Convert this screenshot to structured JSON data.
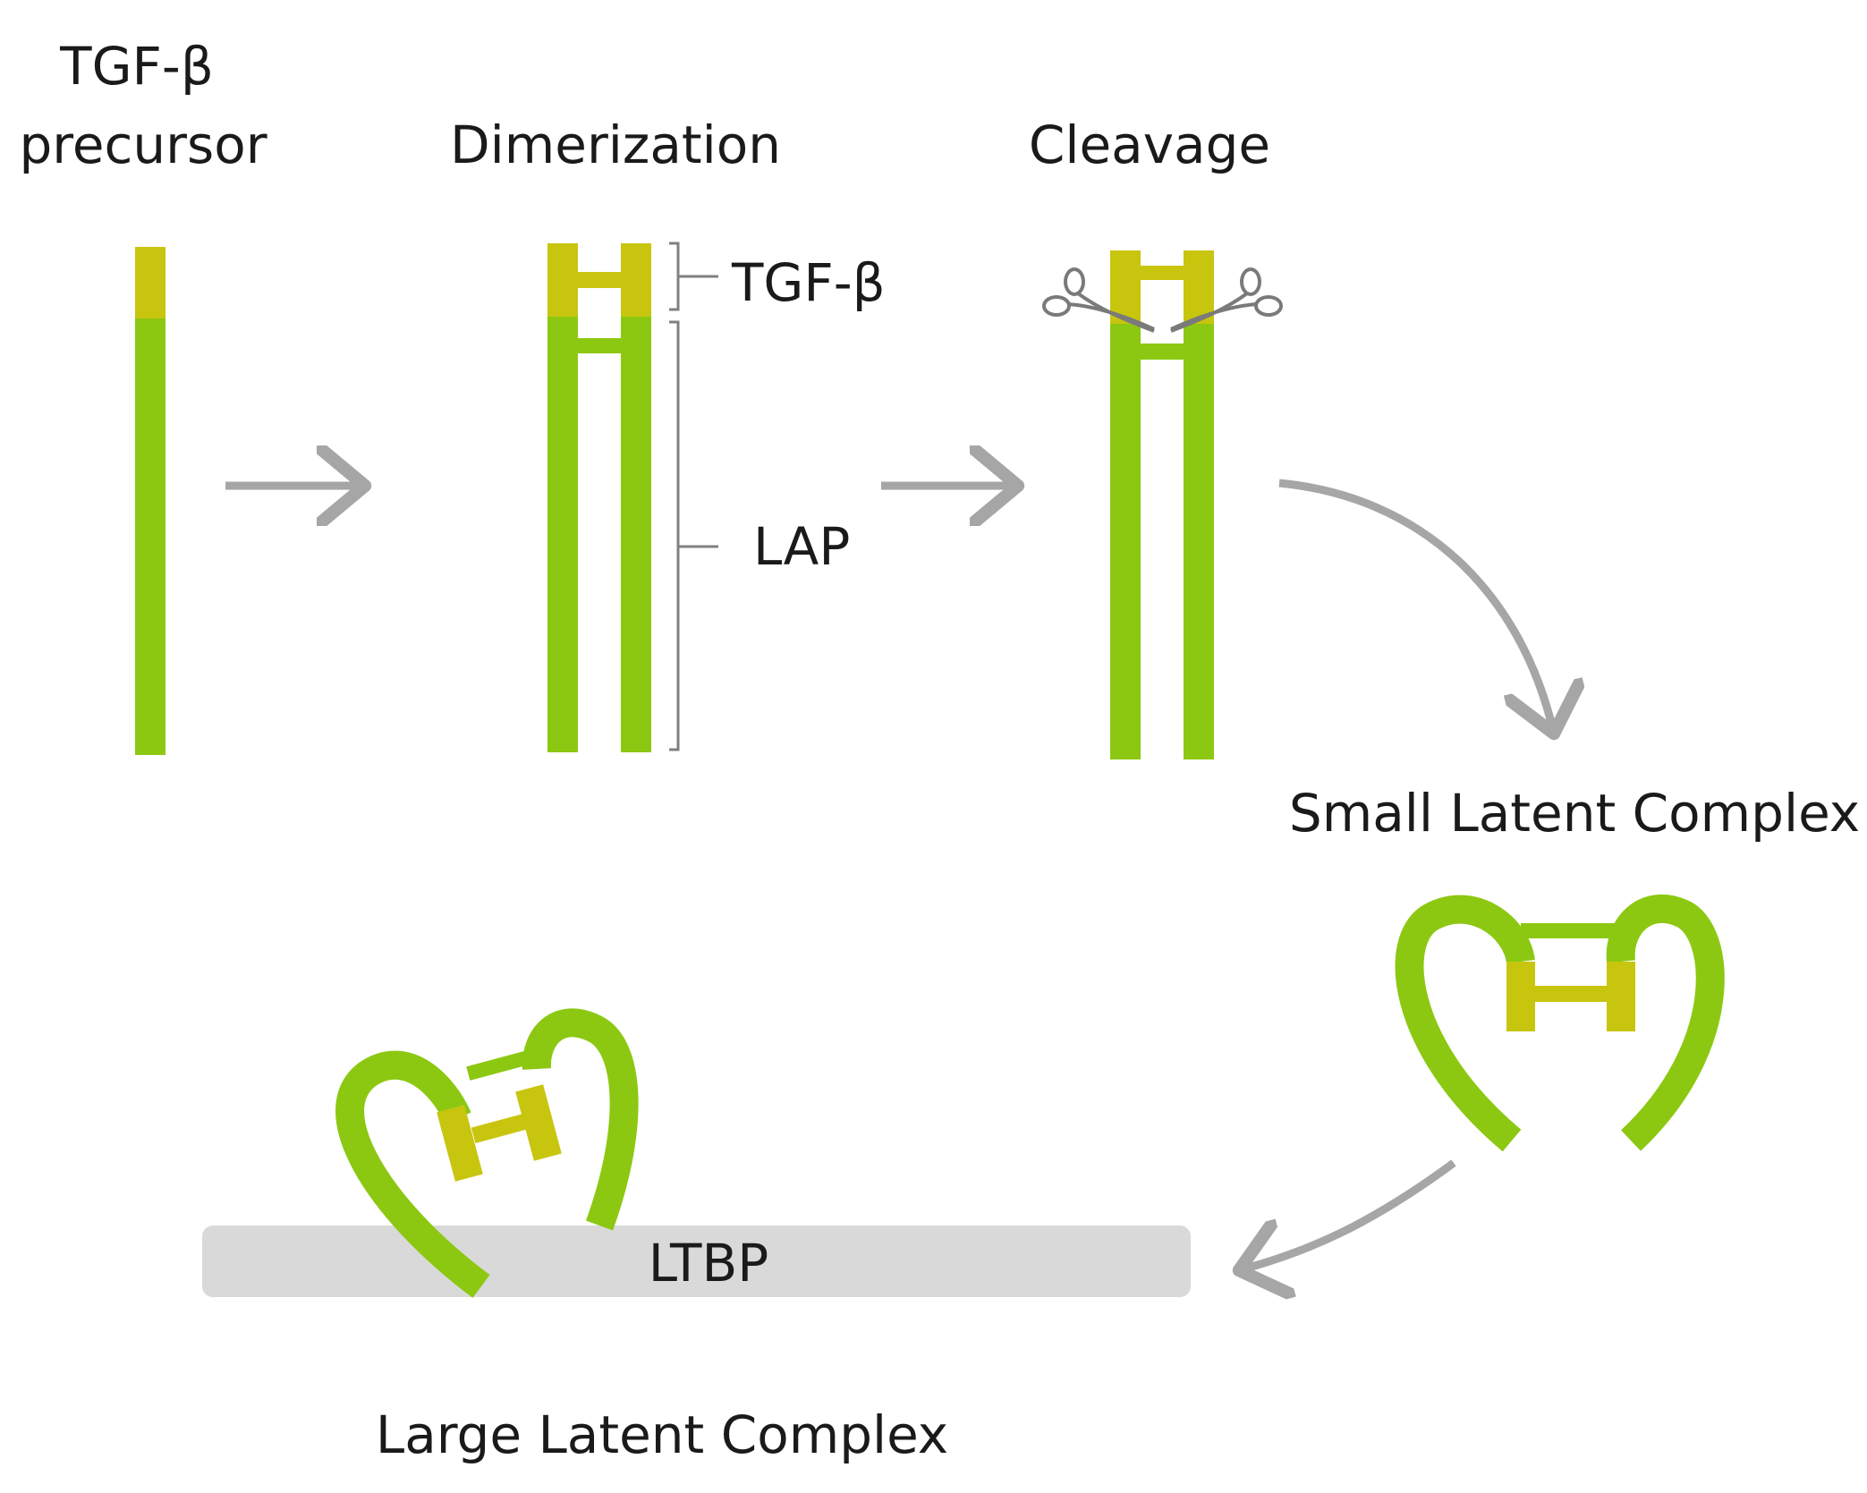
{
  "labels": {
    "precursor_line1": "TGF-β",
    "precursor_line2": "precursor",
    "dimerization": "Dimerization",
    "cleavage": "Cleavage",
    "tgf_beta_bracket": "TGF-β",
    "lap_bracket": "LAP",
    "small_latent_complex": "Small Latent Complex",
    "ltbp": "LTBP",
    "large_latent_complex": "Large Latent Complex"
  },
  "colors": {
    "lap_green": "#8cc811",
    "tgf_yellow": "#c8c50f",
    "arrow_gray": "#a6a6a6",
    "bracket_gray": "#808080",
    "ltbp_gray": "#d9d9d9",
    "text": "#1a1a1a"
  },
  "icons": {
    "cleavage_tool": "scissors-icon"
  }
}
